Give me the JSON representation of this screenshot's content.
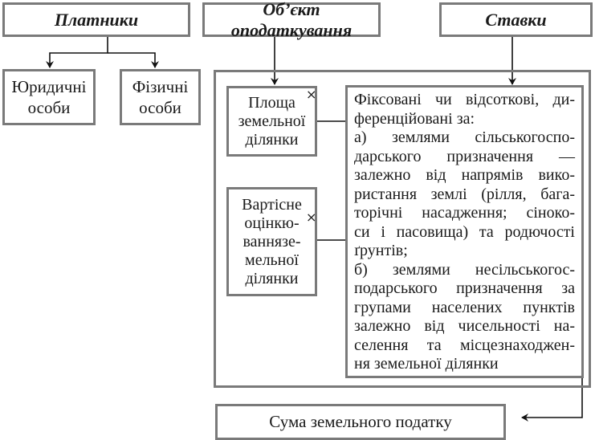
{
  "headers": {
    "payers": "Платники",
    "object": "Об’єкт оподаткування",
    "rates": "Ставки"
  },
  "payers": {
    "legal": [
      "Юридичні",
      "особи"
    ],
    "individual": [
      "Фізичні",
      "особи"
    ]
  },
  "object": {
    "area": [
      "Площа",
      "земельної",
      "ділянки"
    ],
    "valuation": [
      "Вартісне",
      "оцінкю-",
      "ваннязе-",
      "мельної",
      "ділянки"
    ],
    "multiply_symbol": "×"
  },
  "rates_text": [
    "Фіксовані чи відсоткові, ди-",
    "ференційовані за:",
    "а) землями сільськогоспо-",
    "дарського призначення —",
    "залежно від напрямів вико-",
    "ристання землі (рілля, бага-",
    "торічні насадження; сіноко-",
    "си і пасовища) та родючості",
    "ґрунтів;",
    "б) землями несільськогос-",
    "подарського призначення за",
    "групами населених пунктів",
    "залежно від чисельності на-",
    "селення та місцезнаходжен-",
    "ня земельної ділянки"
  ],
  "result": "Сума земельного податку"
}
